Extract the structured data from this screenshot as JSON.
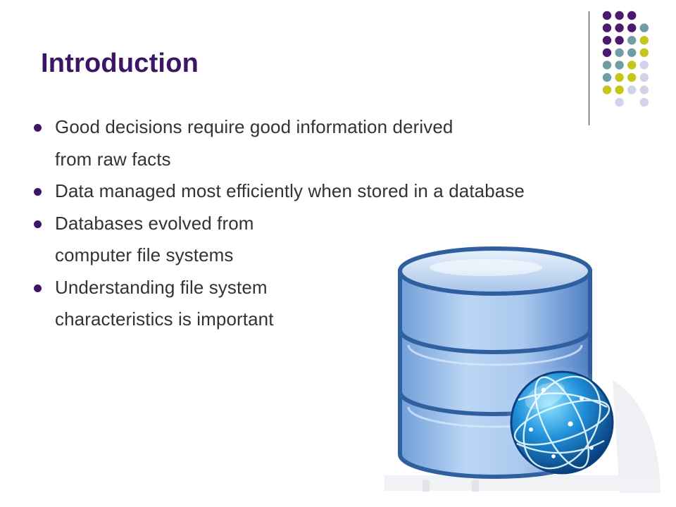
{
  "slide": {
    "title": "Introduction",
    "bullets": [
      {
        "lines": [
          "Good decisions require good information derived",
          "from raw facts"
        ]
      },
      {
        "lines": [
          "Data managed most efficiently when stored in a database"
        ]
      },
      {
        "lines": [
          "Databases evolved from",
          "computer file systems"
        ]
      },
      {
        "lines": [
          "Understanding file system",
          "characteristics is important"
        ]
      }
    ]
  },
  "colors": {
    "title": "#3d1566",
    "body_text": "#333333",
    "bullet": "#3d1566",
    "dot_purple": "#4a1a6e",
    "dot_teal": "#6e9ea4",
    "dot_lime": "#c4c719",
    "dot_lavender": "#d4d2ea"
  },
  "decoration": {
    "dot_grid": [
      [
        "dot_purple",
        "dot_purple",
        "dot_purple",
        null
      ],
      [
        "dot_purple",
        "dot_purple",
        "dot_purple",
        "dot_teal"
      ],
      [
        "dot_purple",
        "dot_purple",
        "dot_teal",
        "dot_lime"
      ],
      [
        "dot_purple",
        "dot_teal",
        "dot_teal",
        "dot_lime"
      ],
      [
        "dot_teal",
        "dot_teal",
        "dot_lime",
        "dot_lavender"
      ],
      [
        "dot_teal",
        "dot_lime",
        "dot_lime",
        "dot_lavender"
      ],
      [
        "dot_lime",
        "dot_lime",
        "dot_lavender",
        "dot_lavender"
      ],
      [
        null,
        "dot_lavender",
        null,
        "dot_lavender"
      ]
    ],
    "illustration_icons": [
      "database-icon",
      "globe-icon"
    ]
  }
}
